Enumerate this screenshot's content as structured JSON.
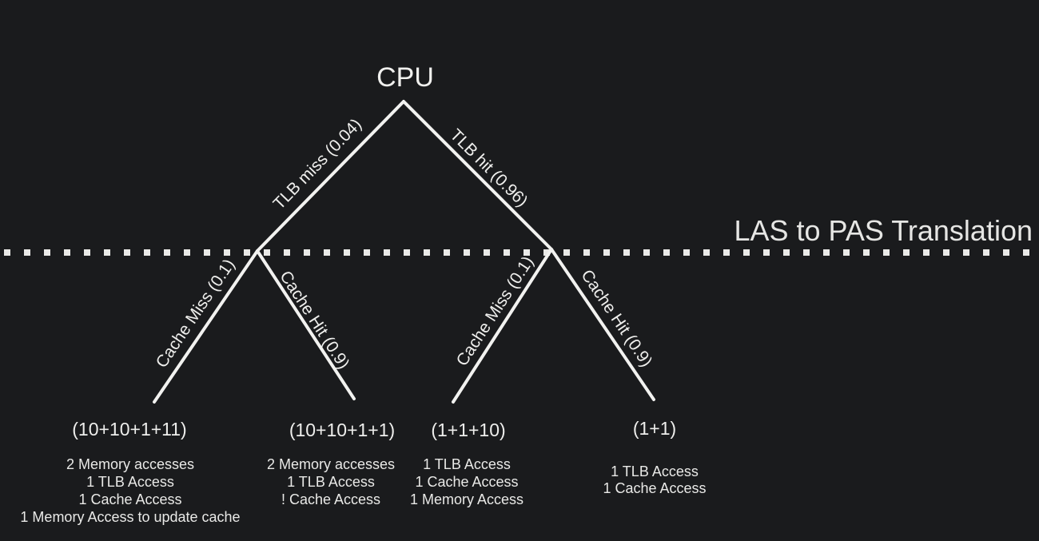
{
  "diagram": {
    "root": "CPU",
    "divider_label": "LAS to PAS Translation",
    "edges": [
      {
        "id": "tlb-miss",
        "label": "TLB miss (0.04)"
      },
      {
        "id": "tlb-hit",
        "label": "TLB hit (0.96)"
      },
      {
        "id": "left-cache-miss",
        "label": "Cache Miss (0.1)"
      },
      {
        "id": "left-cache-hit",
        "label": "Cache Hit (0.9)"
      },
      {
        "id": "right-cache-miss",
        "label": "Cache Miss (0.1)"
      },
      {
        "id": "right-cache-hit",
        "label": "Cache Hit (0.9)"
      }
    ],
    "leaves": [
      {
        "cost": "(10+10+1+11)",
        "details": [
          "2 Memory accesses",
          "1 TLB Access",
          "1 Cache Access",
          "1 Memory Access to update cache"
        ]
      },
      {
        "cost": "(10+10+1+1)",
        "details": [
          "2 Memory accesses",
          "1 TLB Access",
          "! Cache Access"
        ]
      },
      {
        "cost": "(1+1+10)",
        "details": [
          "1 TLB Access",
          "1 Cache Access",
          "1 Memory Access"
        ]
      },
      {
        "cost": "(1+1)",
        "details": [
          "1 TLB Access",
          "1 Cache Access"
        ]
      }
    ]
  },
  "colors": {
    "background": "#1a1b1d",
    "stroke": "#f2f2f0",
    "text": "#e9e9e7"
  }
}
